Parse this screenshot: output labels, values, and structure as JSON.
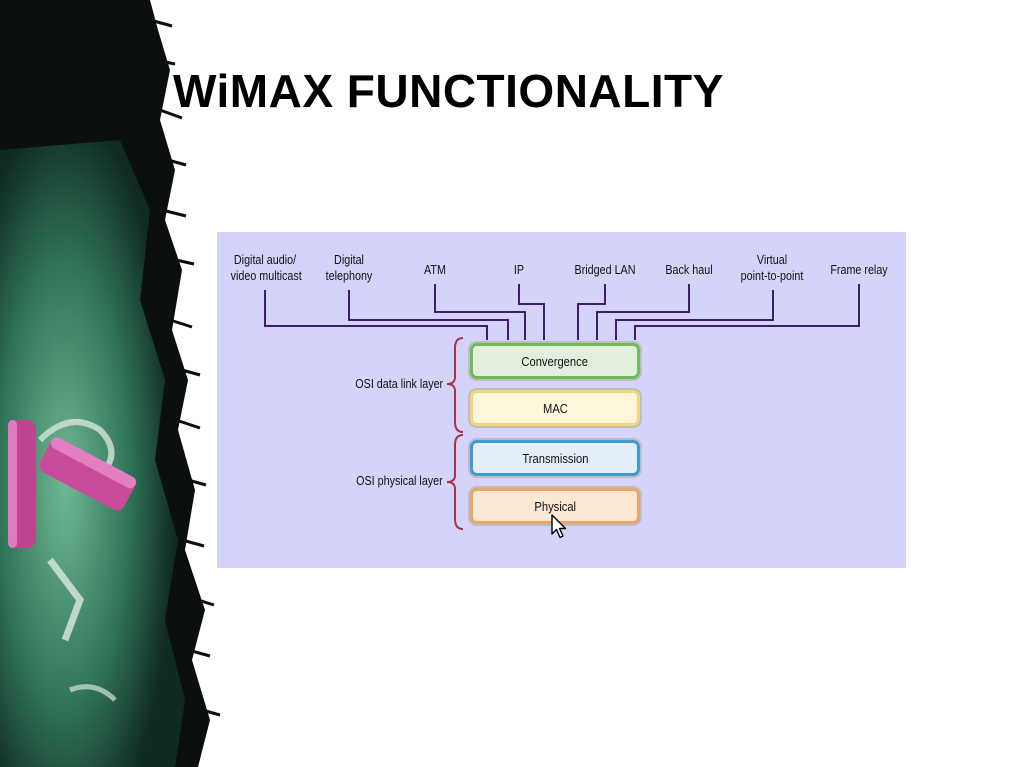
{
  "slide": {
    "title": "WiMAX FUNCTIONALITY"
  },
  "diagram": {
    "services": [
      {
        "line1": "Digital audio/",
        "line2": "video multicast"
      },
      {
        "line1": "Digital",
        "line2": "telephony"
      },
      {
        "line1": "ATM",
        "line2": ""
      },
      {
        "line1": "IP",
        "line2": ""
      },
      {
        "line1": "Bridged LAN",
        "line2": ""
      },
      {
        "line1": "Back haul",
        "line2": ""
      },
      {
        "line1": "Virtual",
        "line2": "point-to-point"
      },
      {
        "line1": "Frame relay",
        "line2": ""
      }
    ],
    "groups": {
      "data_link": "OSI data link layer",
      "physical": "OSI physical layer"
    },
    "layers": [
      {
        "label": "Convergence",
        "fill": "#e2efdc",
        "border": "#6dbb5a"
      },
      {
        "label": "MAC",
        "fill": "#fcf6dc",
        "border": "#f2d77a"
      },
      {
        "label": "Transmission",
        "fill": "#e2eef8",
        "border": "#3f9bd8"
      },
      {
        "label": "Physical",
        "fill": "#fbe8d4",
        "border": "#e9a86a"
      }
    ],
    "colors": {
      "background": "#d4d4fb",
      "connector": "#3c1e6e",
      "brace": "#b0304a"
    },
    "cursor_icon": "arrow-cursor-icon"
  }
}
